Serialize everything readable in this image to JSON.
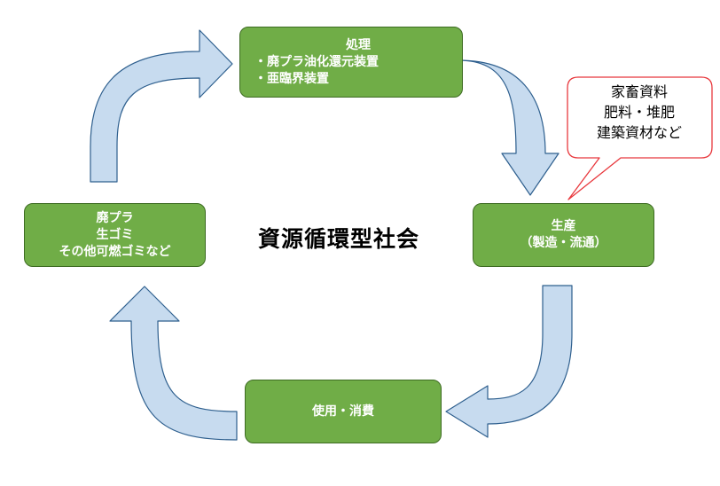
{
  "diagram": {
    "center_title": "資源循環型社会",
    "nodes": {
      "shori": {
        "lines": [
          "処理",
          "・廃プラ油化還元装置",
          "・亜臨界装置"
        ]
      },
      "seisan": {
        "lines": [
          "生産",
          "（製造・流通）"
        ]
      },
      "shiyo": {
        "lines": [
          "使用・消費"
        ]
      },
      "haipura": {
        "lines": [
          "廃プラ",
          "生ゴミ",
          "その他可燃ゴミなど"
        ]
      }
    },
    "callout": {
      "lines": [
        "家畜資料",
        "肥料・堆肥",
        "建築資材など"
      ]
    }
  },
  "colors": {
    "box_fill": "#70ad47",
    "box_border": "#3d6b22",
    "box_text": "#ffffff",
    "arrow_fill": "#c7dbef",
    "arrow_stroke": "#2e5f8e",
    "callout_border": "#e8383d"
  }
}
